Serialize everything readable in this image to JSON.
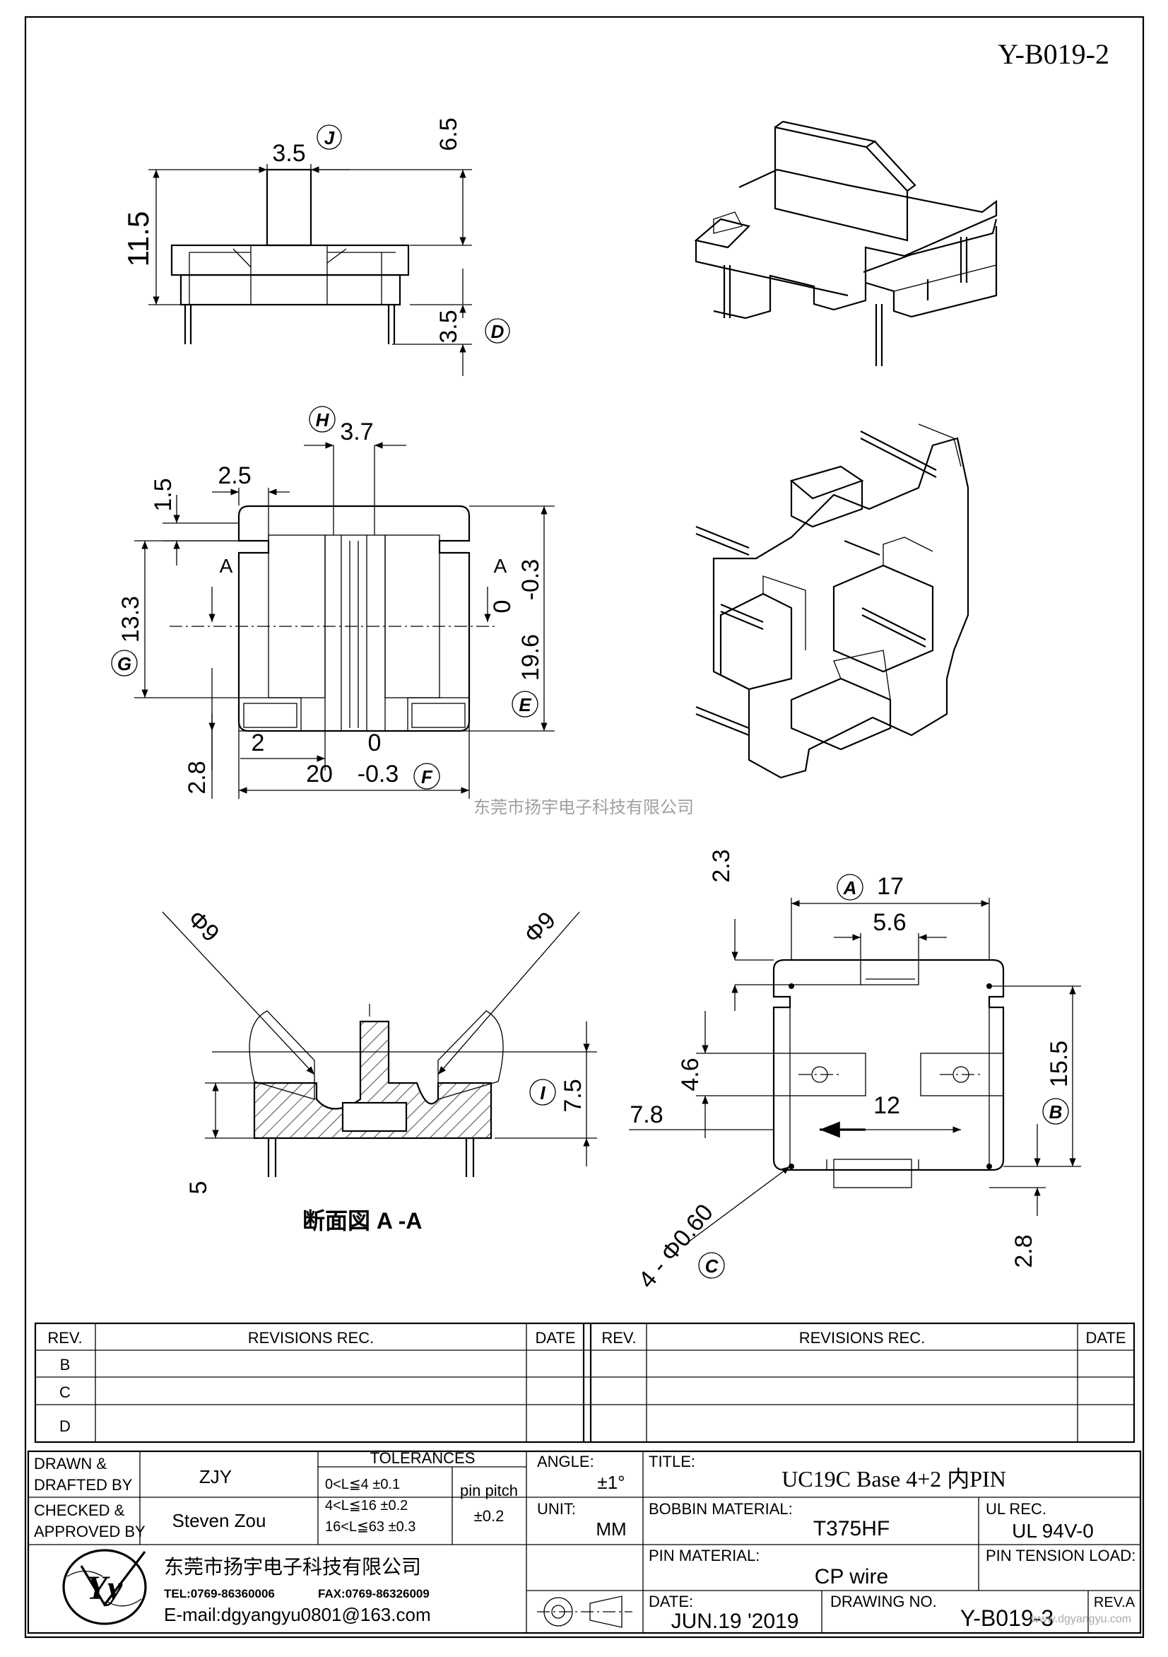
{
  "drawing_id": "Y-B019-2",
  "company_watermark": "东莞市扬宇电子科技有限公司",
  "website_watermark": "www.dgyangyu.com",
  "views": {
    "side": {
      "dims": {
        "top_width": "3.5",
        "top_height": "6.5",
        "total_height": "11.5",
        "pin": "3.5"
      },
      "callouts": {
        "J": "J",
        "D": "D"
      }
    },
    "top": {
      "dims": {
        "center_gap": "3.7",
        "corner_notch": "2.5",
        "corner_step": "1.5",
        "height_inner": "13.3",
        "height_outer": "19.6",
        "height_tol_upper": "0",
        "height_tol_lower": "-0.3",
        "bottom_offset": "2",
        "bottom_zero": "0",
        "bottom_step": "2.8",
        "width": "20",
        "width_tol": "-0.3"
      },
      "section_mark": "A",
      "callouts": {
        "H": "H",
        "G": "G",
        "E": "E",
        "F": "F"
      }
    },
    "section": {
      "dims": {
        "radius_left": "Φ9",
        "radius_right": "Φ9",
        "height": "7.5",
        "base": "5"
      },
      "title": "断面図 A -A",
      "callouts": {
        "I": "I"
      }
    },
    "bottom": {
      "dims": {
        "top_step": "2.3",
        "width": "17",
        "slot_width": "5.6",
        "pad_height": "4.6",
        "pin_offset": "7.8",
        "pad_pitch": "12",
        "height": "15.5",
        "bottom_step": "2.8",
        "pin_holes": "4 - Φ0.60"
      },
      "callouts": {
        "A": "A",
        "B": "B",
        "C": "C"
      }
    }
  },
  "revisions": {
    "header": {
      "rev": "REV.",
      "rec": "REVISIONS   REC.",
      "date": "DATE"
    },
    "rows_left": [
      "B",
      "C",
      "D"
    ]
  },
  "title_block": {
    "drawn_label": "DRAWN &\nDRAFTED BY",
    "drawn_value": "ZJY",
    "checked_label": "CHECKED &\nAPPROVED BY",
    "checked_value": "Steven Zou",
    "tolerances_label": "TOLERANCES",
    "tol_lines": [
      "0<L≦4    ±0.1",
      "4<L≦16   ±0.2",
      "16<L≦63  ±0.3"
    ],
    "pin_pitch_label": "pin  pitch",
    "pin_pitch_value": "±0.2",
    "angle_label": "ANGLE:",
    "angle_value": "±1°",
    "unit_label": "UNIT:",
    "unit_value": "MM",
    "title_label": "TITLE:",
    "title_value": "UC19C Base 4+2 内PIN",
    "bobbin_label": "BOBBIN  MATERIAL:",
    "bobbin_value": "T375HF",
    "ul_label": "UL REC.",
    "ul_value": "UL  94V-0",
    "pin_material_label": "PIN  MATERIAL:",
    "pin_material_value": "CP  wire",
    "pin_tension_label": "PIN  TENSION  LOAD:",
    "date_label": "DATE:",
    "date_value": "JUN.19  '2019",
    "drawing_no_label": "DRAWING  NO.",
    "drawing_no_value": "Y-B019-3",
    "rev_value": "REV.A",
    "company_name": "东莞市扬宇电子科技有限公司",
    "tel": "TEL:0769-86360006",
    "fax": "FAX:0769-86326009",
    "email": "E-mail:dgyangyu0801@163.com"
  }
}
